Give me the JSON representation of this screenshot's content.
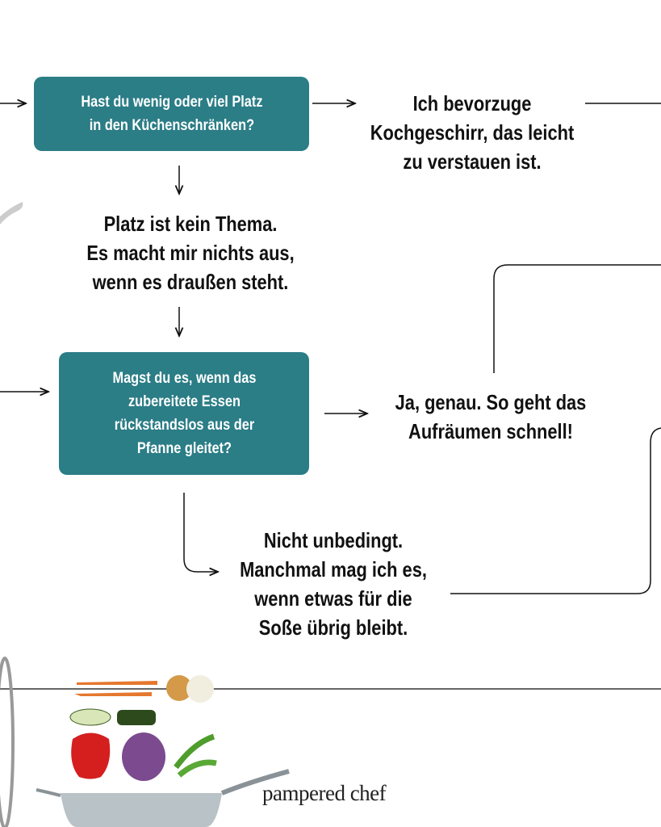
{
  "questions": [
    {
      "text": "Hast du wenig oder viel Platz\nin den Küchenschränken?"
    },
    {
      "text": "Magst du es, wenn das\nzubereitete Essen\nrückstandslos aus der\nPfanne gleitet?"
    }
  ],
  "answers": [
    {
      "text": "Ich bevorzuge\nKochgeschirr, das leicht\nzu verstauen ist."
    },
    {
      "text": "Platz ist kein Thema.\nEs macht mir nichts aus,\nwenn es draußen steht."
    },
    {
      "text": "Ja, genau. So geht das\nAufräumen schnell!"
    },
    {
      "text": "Nicht unbedingt.\nManchmal mag ich es,\nwenn etwas für die\nSoße übrig bleibt."
    }
  ],
  "brand": {
    "logo_text": "pampered chef"
  },
  "colors": {
    "question_box": "#2b7d86",
    "line": "#111111"
  }
}
